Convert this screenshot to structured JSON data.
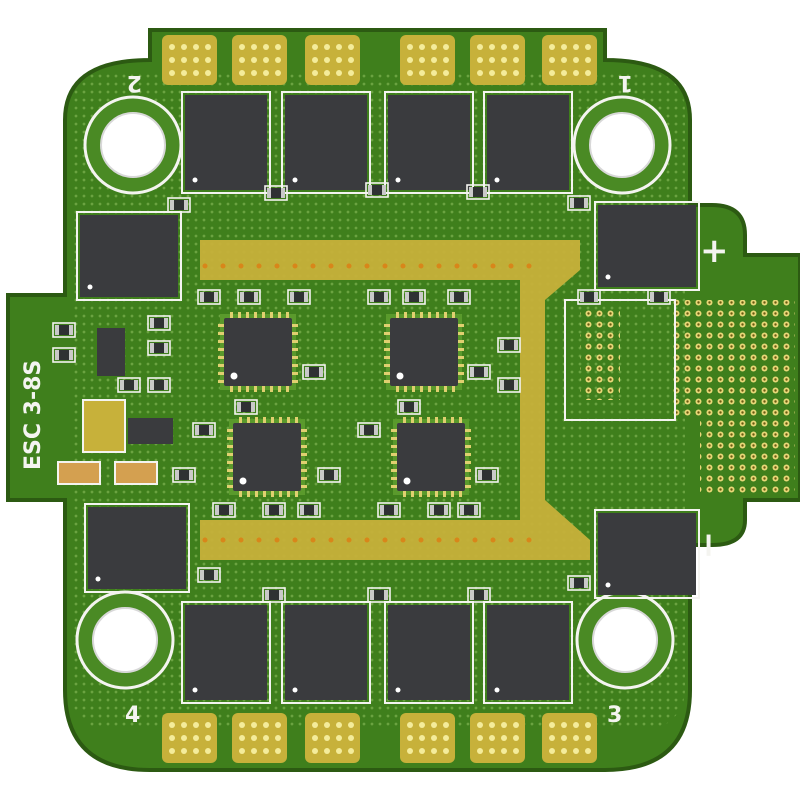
{
  "board": {
    "label": "ESC 3-8S",
    "mount_labels": [
      "1",
      "2",
      "3",
      "4"
    ],
    "power_labels": {
      "positive": "+",
      "negative": "−"
    }
  },
  "colors": {
    "pcb_green": "#3f7f1c",
    "pcb_green_light": "#5a9a2c",
    "pcb_edge": "#2c5a12",
    "copper_gold": "#c7b13a",
    "silk_white": "#f4f4f0",
    "ic_black": "#3a3b3e",
    "pad_orange": "#d8861a"
  },
  "icons": {
    "mosfet": "mosfet-chip-icon",
    "mcu": "mcu-chip-icon",
    "mount_hole": "mounting-hole-icon",
    "motor_pad": "motor-pad-icon"
  }
}
